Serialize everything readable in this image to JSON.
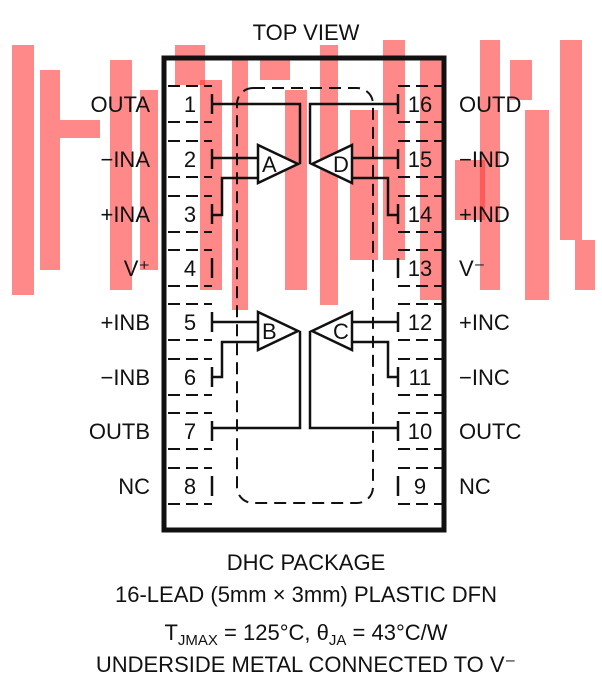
{
  "title": "TOP VIEW",
  "left_pins": [
    {
      "num": "1",
      "label": "OUTA"
    },
    {
      "num": "2",
      "label": "−INA"
    },
    {
      "num": "3",
      "label": "+INA"
    },
    {
      "num": "4",
      "label": "V⁺"
    },
    {
      "num": "5",
      "label": "+INB"
    },
    {
      "num": "6",
      "label": "−INB"
    },
    {
      "num": "7",
      "label": "OUTB"
    },
    {
      "num": "8",
      "label": "NC"
    }
  ],
  "right_pins": [
    {
      "num": "16",
      "label": "OUTD"
    },
    {
      "num": "15",
      "label": "−IND"
    },
    {
      "num": "14",
      "label": "+IND"
    },
    {
      "num": "13",
      "label": "V⁻"
    },
    {
      "num": "12",
      "label": "+INC"
    },
    {
      "num": "11",
      "label": "−INC"
    },
    {
      "num": "10",
      "label": "OUTC"
    },
    {
      "num": "9",
      "label": "NC"
    }
  ],
  "amplifiers": {
    "a": "A",
    "b": "B",
    "c": "C",
    "d": "D"
  },
  "caption": {
    "line1": "DHC PACKAGE",
    "line2": "16-LEAD (5mm × 3mm) PLASTIC DFN",
    "tjmax_T": "T",
    "tjmax_sub": "JMAX",
    "tjmax_val": " = 125°C, ",
    "theta": "θ",
    "theta_sub": "JA",
    "theta_val": " = 43°C/W",
    "line4": "UNDERSIDE METAL CONNECTED TO V⁻"
  },
  "colors": {
    "ink": "#111111",
    "watermark": "#ff3b3b"
  }
}
